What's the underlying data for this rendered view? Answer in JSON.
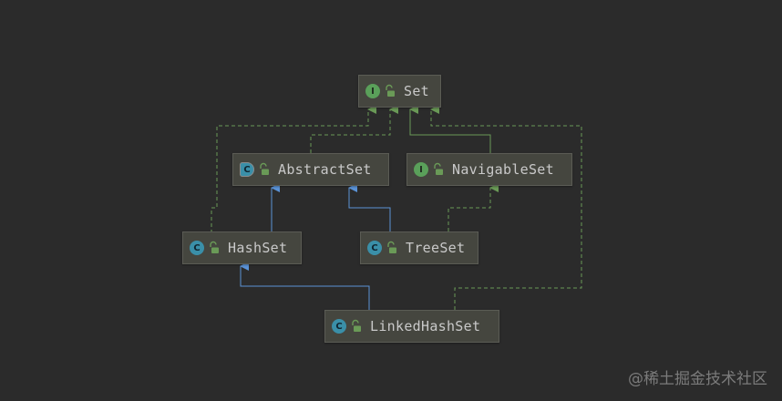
{
  "colors": {
    "implements_edge": "#6a9a57",
    "extends_edge": "#5b93d6",
    "node_bg": "#45463f",
    "background": "#2b2b2b"
  },
  "nodes": {
    "set": {
      "label": "Set",
      "kind": "interface",
      "kind_glyph": "I",
      "icon": "lock-open-icon"
    },
    "abstract_set": {
      "label": "AbstractSet",
      "kind": "abstract-class",
      "kind_glyph": "C",
      "icon": "lock-open-icon"
    },
    "navigable_set": {
      "label": "NavigableSet",
      "kind": "interface",
      "kind_glyph": "I",
      "icon": "lock-open-icon"
    },
    "hash_set": {
      "label": "HashSet",
      "kind": "class",
      "kind_glyph": "C",
      "icon": "lock-open-icon"
    },
    "tree_set": {
      "label": "TreeSet",
      "kind": "class",
      "kind_glyph": "C",
      "icon": "lock-open-icon"
    },
    "linked_hash_set": {
      "label": "LinkedHashSet",
      "kind": "class",
      "kind_glyph": "C",
      "icon": "lock-open-icon"
    }
  },
  "edges": [
    {
      "from": "abstract_set",
      "to": "set",
      "relation": "implements"
    },
    {
      "from": "navigable_set",
      "to": "set",
      "relation": "extends-interface"
    },
    {
      "from": "hash_set",
      "to": "set",
      "relation": "implements"
    },
    {
      "from": "linked_hash_set",
      "to": "set",
      "relation": "implements"
    },
    {
      "from": "hash_set",
      "to": "abstract_set",
      "relation": "extends"
    },
    {
      "from": "tree_set",
      "to": "abstract_set",
      "relation": "extends"
    },
    {
      "from": "tree_set",
      "to": "navigable_set",
      "relation": "implements"
    },
    {
      "from": "linked_hash_set",
      "to": "hash_set",
      "relation": "extends"
    }
  ],
  "watermark": "@稀土掘金技术社区"
}
